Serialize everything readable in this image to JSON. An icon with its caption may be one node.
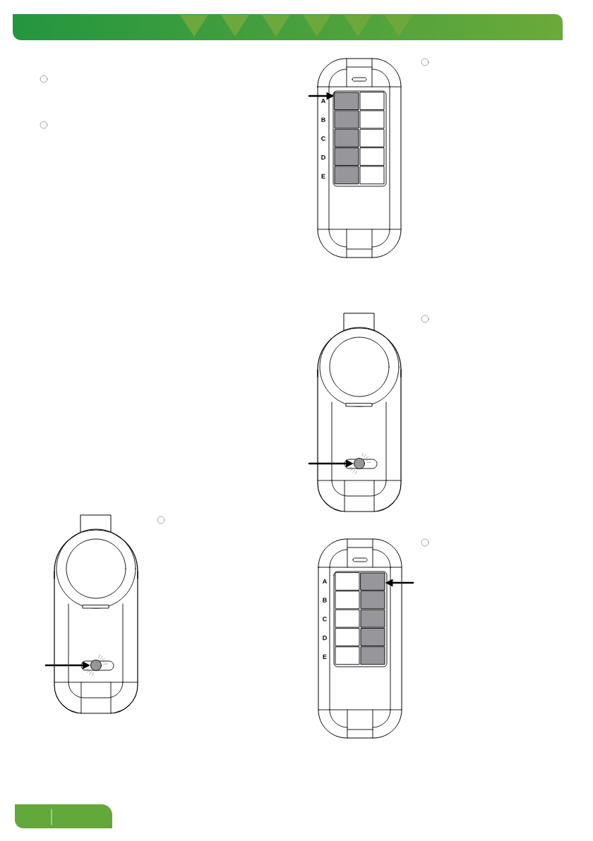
{
  "diagram": {
    "nodes": [
      {
        "text": [],
        "shape": "box"
      },
      {
        "text": [],
        "shape": "circle"
      },
      {
        "text": [],
        "shape": "circle"
      },
      {
        "text": [],
        "shape": "box"
      }
    ],
    "edges": [
      {
        "from": null,
        "to": 0,
        "arrow": "to"
      },
      {
        "from": null,
        "to": 1,
        "arrow": "to"
      },
      {
        "from": null,
        "to": 2,
        "arrow": "to"
      },
      {
        "from": null,
        "to": 3,
        "arrow": "to"
      }
    ],
    "labels": [
      "A",
      "B",
      "C",
      "D",
      "E",
      "A",
      "B",
      "C",
      "D",
      "E"
    ]
  }
}
